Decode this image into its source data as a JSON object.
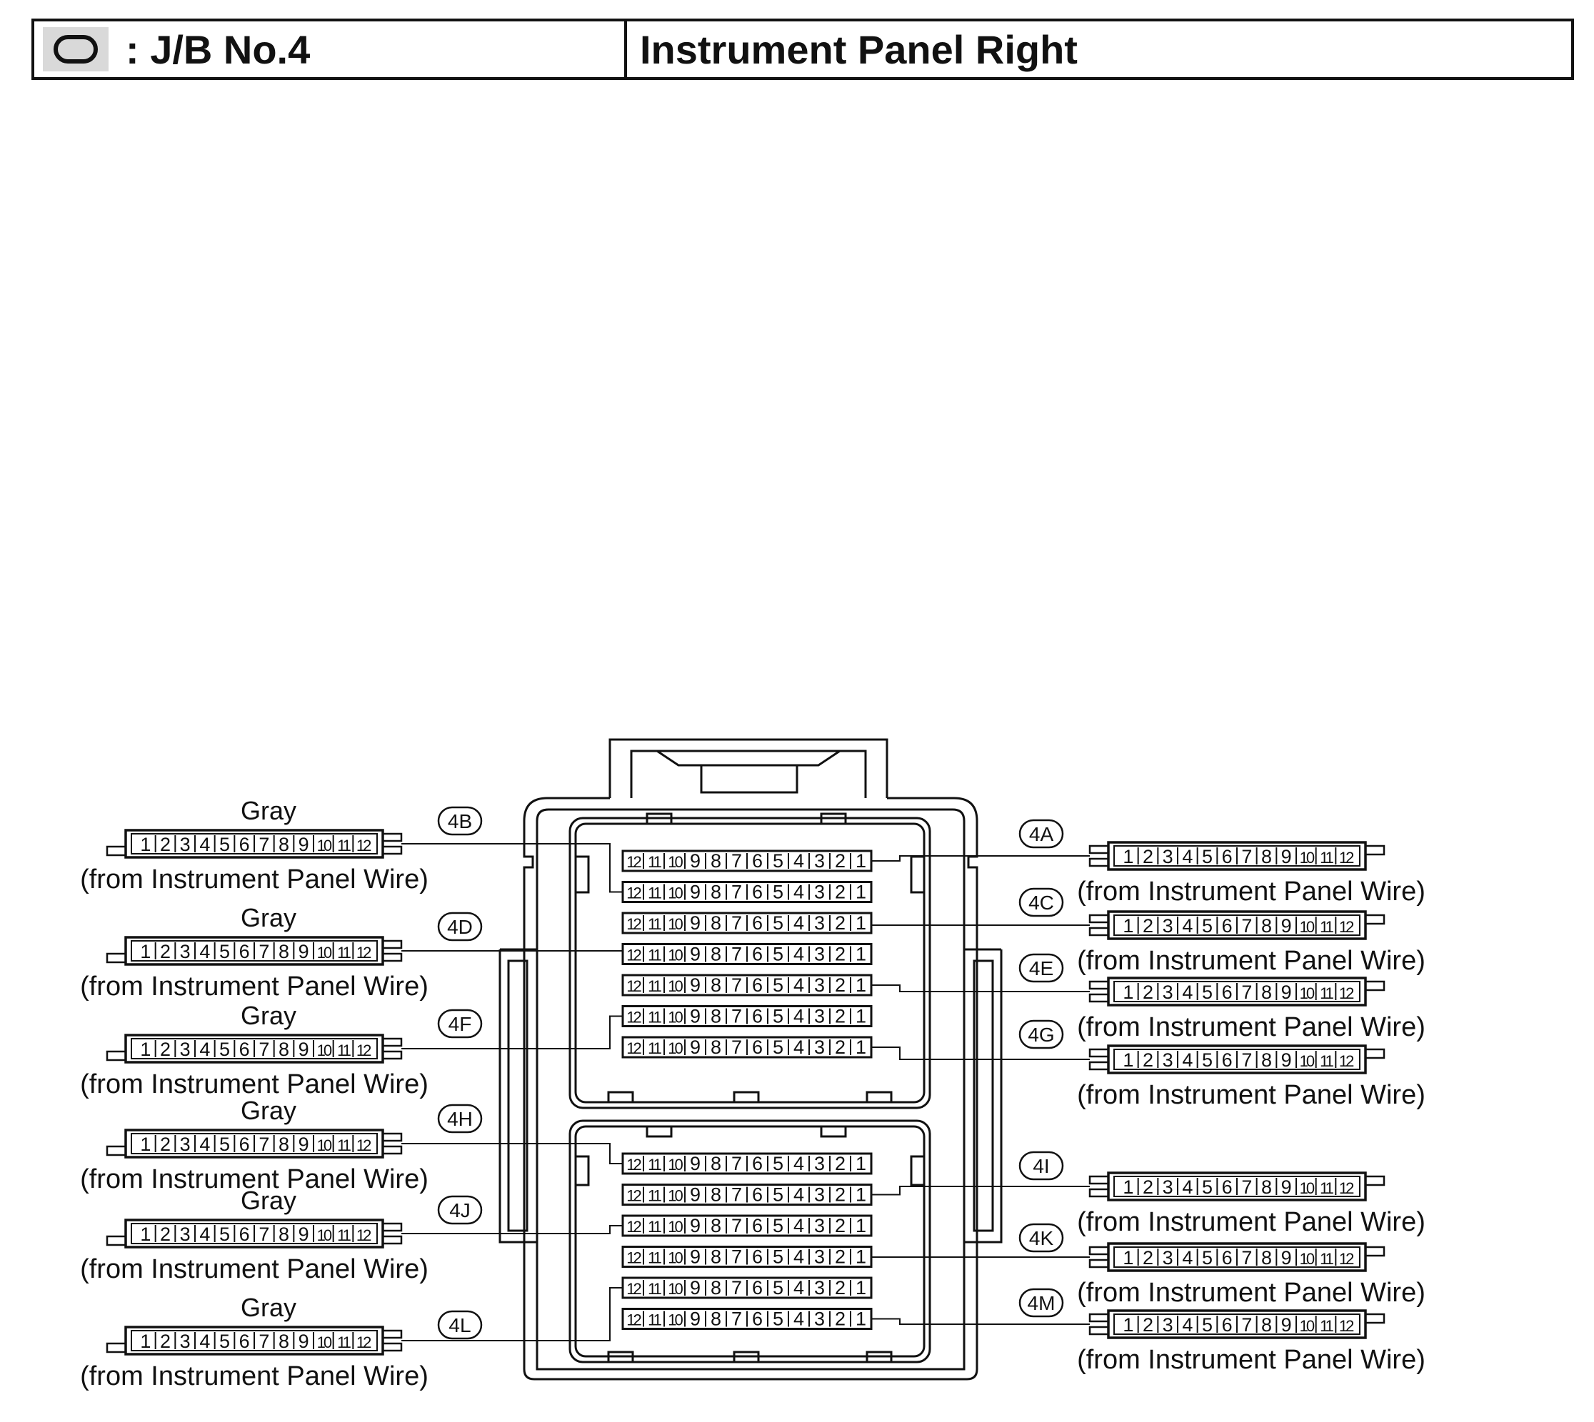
{
  "header": {
    "jb_label": ": J/B No.4",
    "title": "Instrument Panel Right",
    "jb_icon": "rounded-rectangle-icon"
  },
  "junction_block": {
    "top_pin_rows": [
      "4A",
      "4B",
      "4C",
      "4D",
      "4E",
      "4F",
      "4G"
    ],
    "bottom_pin_rows": [
      "4H",
      "4I",
      "4J",
      "4K",
      "4L",
      "4M"
    ],
    "pin_order": [
      12,
      11,
      10,
      9,
      8,
      7,
      6,
      5,
      4,
      3,
      2,
      1
    ]
  },
  "connectors_left": [
    {
      "id": "4B",
      "color": "Gray",
      "source": "(from Instrument Panel Wire)"
    },
    {
      "id": "4D",
      "color": "Gray",
      "source": "(from Instrument Panel Wire)"
    },
    {
      "id": "4F",
      "color": "Gray",
      "source": "(from Instrument Panel Wire)"
    },
    {
      "id": "4H",
      "color": "Gray",
      "source": "(from Instrument Panel Wire)"
    },
    {
      "id": "4J",
      "color": "Gray",
      "source": "(from Instrument Panel Wire)"
    },
    {
      "id": "4L",
      "color": "Gray",
      "source": "(from Instrument Panel Wire)"
    }
  ],
  "connectors_right": [
    {
      "id": "4A",
      "source": "(from Instrument Panel Wire)"
    },
    {
      "id": "4C",
      "source": "(from Instrument Panel Wire)"
    },
    {
      "id": "4E",
      "source": "(from Instrument Panel Wire)"
    },
    {
      "id": "4G",
      "source": "(from Instrument Panel Wire)"
    },
    {
      "id": "4I",
      "source": "(from Instrument Panel Wire)"
    },
    {
      "id": "4K",
      "source": "(from Instrument Panel Wire)"
    },
    {
      "id": "4M",
      "source": "(from Instrument Panel Wire)"
    }
  ],
  "connector_pins": [
    1,
    2,
    3,
    4,
    5,
    6,
    7,
    8,
    9,
    10,
    11,
    12
  ]
}
